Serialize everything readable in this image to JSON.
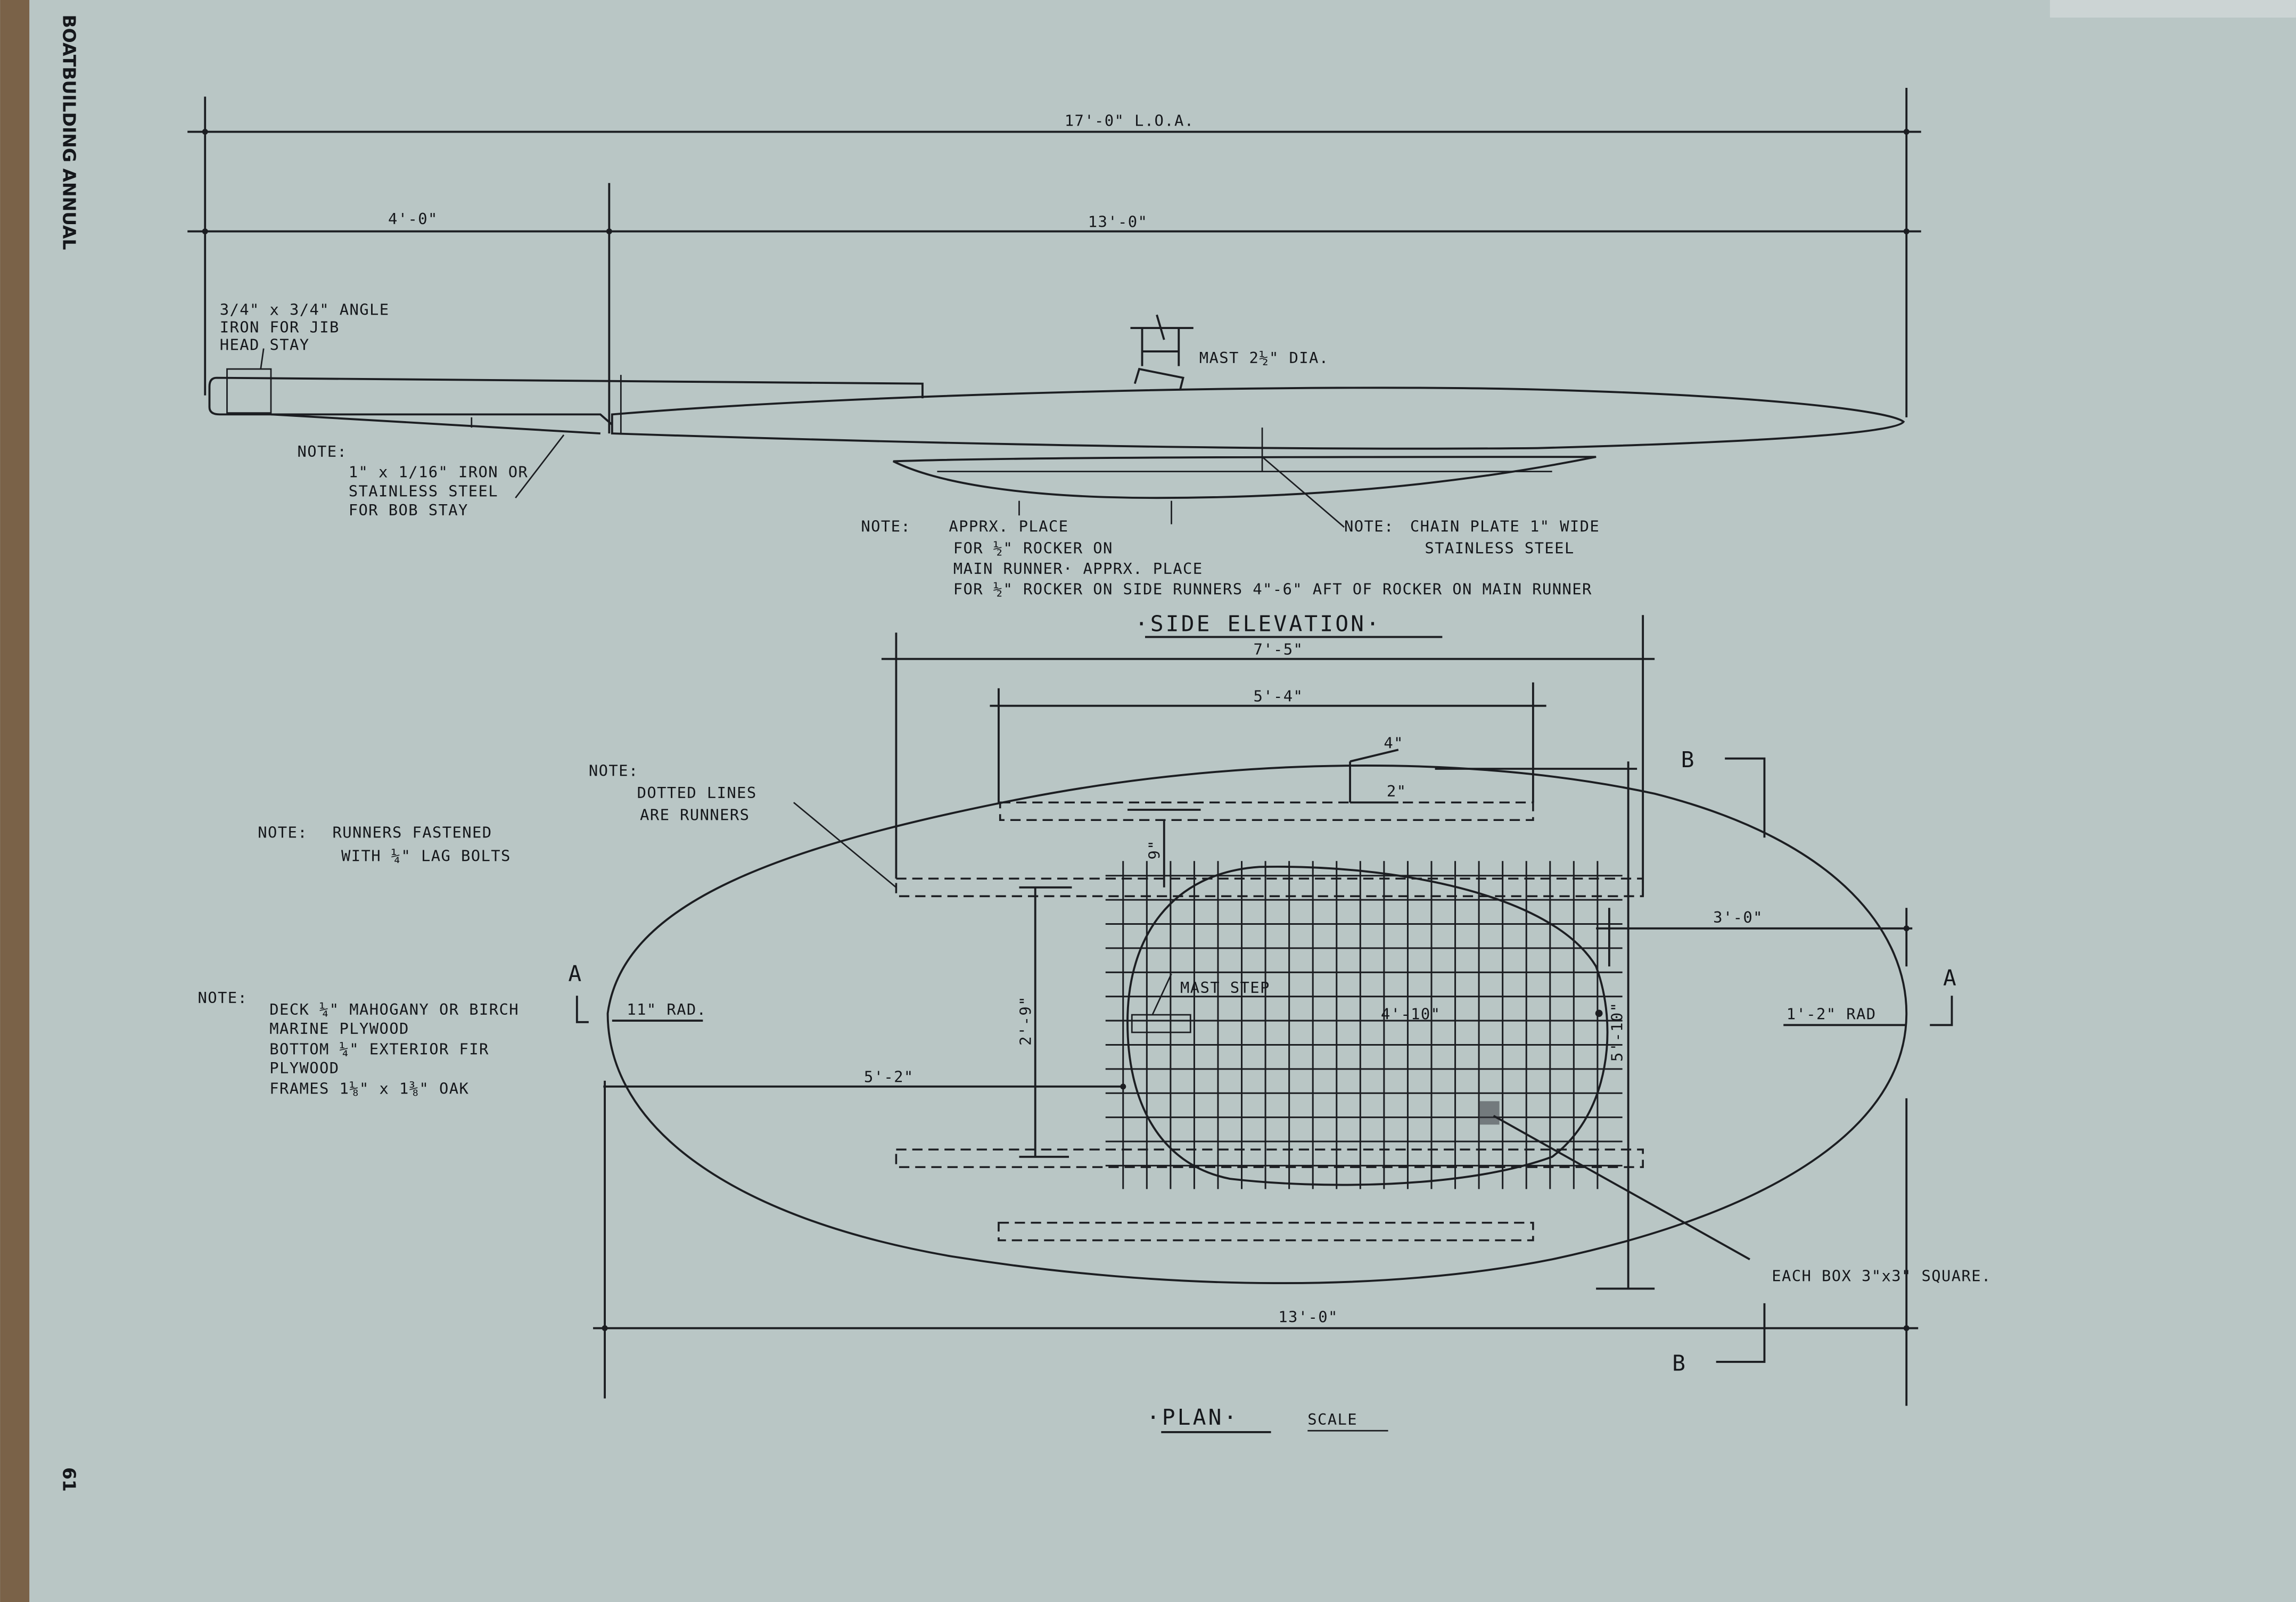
{
  "page": {
    "running_head": "BOATBUILDING ANNUAL",
    "page_number": "61",
    "paper_color": "#b9c6c5",
    "ink_color": "#1c1e22"
  },
  "side_elevation": {
    "title": "·SIDE ELEVATION·",
    "dim_overall": "17'-0\" L.O.A.",
    "dim_bow": "4'-0\"",
    "dim_hull": "13'-0\"",
    "mast_label": "MAST 2½\" DIA.",
    "angle_iron_note": [
      "3/4\" x 3/4\" ANGLE",
      "IRON FOR JIB",
      "HEAD STAY"
    ],
    "bob_stay_note": {
      "heading": "NOTE:",
      "lines": [
        "1\" x 1/16\" IRON OR",
        "STAINLESS STEEL",
        "FOR BOB STAY"
      ]
    },
    "rocker_note": {
      "heading": "NOTE:",
      "lines": [
        "APPRX. PLACE",
        "FOR ½\" ROCKER ON",
        "MAIN RUNNER· APPRX. PLACE",
        "FOR ½\" ROCKER ON SIDE RUNNERS 4\"-6\" AFT OF ROCKER ON MAIN RUNNER"
      ]
    },
    "chain_plate_note": {
      "heading": "NOTE:",
      "lines": [
        "CHAIN PLATE 1\" WIDE",
        "STAINLESS STEEL"
      ]
    }
  },
  "plan": {
    "title": "·PLAN·",
    "scale_label": "SCALE",
    "dim_7_5": "7'-5\"",
    "dim_5_4": "5'-4\"",
    "dim_4": "4\"",
    "dim_2": "2\"",
    "dim_9": "9\"",
    "dim_3_0": "3'-0\"",
    "dim_2_9": "2'-9\"",
    "dim_5_2": "5'-2\"",
    "dim_4_10": "4'-10\"",
    "dim_5_10": "5'-10\"",
    "dim_13_0": "13'-0\"",
    "bow_radius": "11\" RAD.",
    "stern_radius": "1'-2\" RAD",
    "mast_step": "MAST STEP",
    "grid_note": "EACH BOX 3\"x3\" SQUARE.",
    "section_a": "A",
    "section_b": "B",
    "runners_fastened_note": {
      "heading": "NOTE:",
      "lines": [
        "RUNNERS FASTENED",
        "WITH ¼\" LAG BOLTS"
      ]
    },
    "dotted_lines_note": {
      "heading": "NOTE:",
      "lines": [
        "DOTTED LINES",
        "ARE RUNNERS"
      ]
    },
    "materials_note": {
      "heading": "NOTE:",
      "lines": [
        "DECK ¼\" MAHOGANY OR BIRCH",
        "MARINE PLYWOOD",
        "BOTTOM ¼\" EXTERIOR FIR",
        "PLYWOOD",
        "FRAMES 1⅛\" x 1⅜\" OAK"
      ]
    }
  }
}
